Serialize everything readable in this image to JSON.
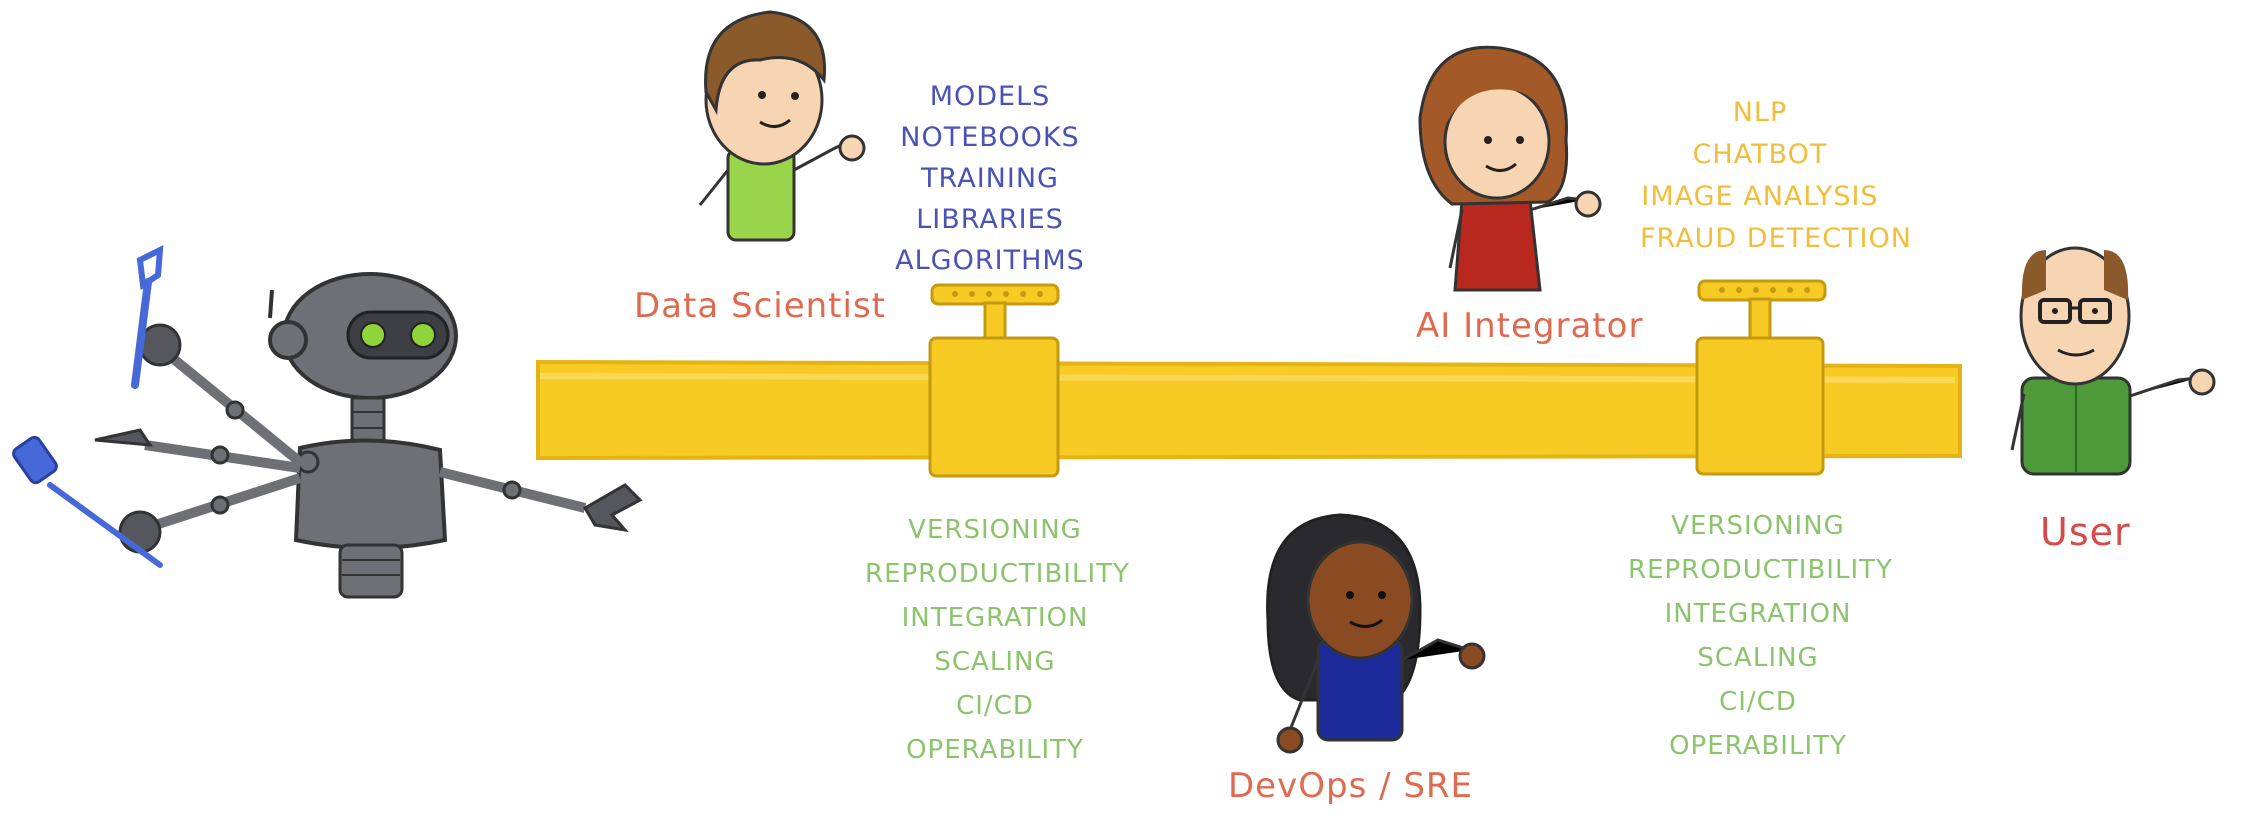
{
  "roles": {
    "data_scientist": "Data Scientist",
    "ai_integrator": "AI Integrator",
    "devops_sre": "DevOps / SRE",
    "user": "User"
  },
  "data_scientist_items": [
    "MODELS",
    "NOTEBOOKS",
    "TRAINING",
    "LIBRARIES",
    "ALGORITHMS"
  ],
  "ai_integrator_items": [
    "NLP",
    "CHATBOT",
    "IMAGE ANALYSIS",
    "FRAUD DETECTION"
  ],
  "ops_items_left": [
    "VERSIONING",
    "REPRODUCTIBILITY",
    "INTEGRATION",
    "SCALING",
    "CI/CD",
    "OPERABILITY"
  ],
  "ops_items_right": [
    "VERSIONING",
    "REPRODUCTIBILITY",
    "INTEGRATION",
    "SCALING",
    "CI/CD",
    "OPERABILITY"
  ],
  "colors": {
    "pipe": "#f7cb24",
    "pipe_edge": "#e3b414",
    "role_label": "#e06a50",
    "user_label": "#d84a4a",
    "blue_text": "#4a52b8",
    "yellow_text": "#f2bd3a",
    "green_text": "#8cc46e",
    "robot": "#6e7076",
    "robot_dark": "#4a4c52",
    "robot_eye": "#8fd43a",
    "tool": "#4768d8",
    "skin_light": "#f7d4b2",
    "skin_dark": "#8a4a22",
    "hair_brown": "#8a5a2a",
    "hair_auburn": "#a45a28",
    "hair_black": "#2a2a2e",
    "shirt_green": "#99d44a",
    "shirt_red": "#b8281e",
    "shirt_blue": "#1c2a9a",
    "shirt_dark_green": "#4e9a3a"
  },
  "icons": [
    "robot-icon",
    "wrench-icon",
    "screwdriver-icon",
    "valve-icon",
    "pipe-icon"
  ]
}
